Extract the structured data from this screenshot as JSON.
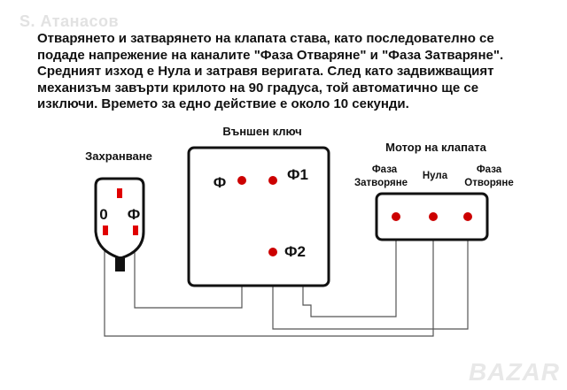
{
  "watermark": {
    "top_left": "S. Атанасов",
    "bottom_right": "BAZAR"
  },
  "intro_text": "Отварянето и затварянето на клапата става, като последователно се подаде напрежение на каналите \"Фаза Отваряне\" и \"Фаза Затваряне\". Средният изход е Нула и затравя веригата. След като задвижващият механизъм завърти крилото на 90 градуса, той автоматично ще се изключи. Времето за едно действие е около 10 секунди.",
  "power": {
    "title": "Захранване",
    "pin_zero": "0",
    "pin_phase": "Ф"
  },
  "switch": {
    "title": "Външен ключ",
    "pin_phase": "Ф",
    "pin_f1": "Ф1",
    "pin_f2": "Ф2"
  },
  "motor": {
    "title": "Мотор на клапата",
    "pins": [
      {
        "line1": "Фаза",
        "line2": "Затворяне"
      },
      {
        "line1": "Нула",
        "line2": ""
      },
      {
        "line1": "Фаза",
        "line2": "Отворяне"
      }
    ]
  },
  "colors": {
    "terminal": "#cc0000",
    "prong": "#e00000",
    "wire": "#555555",
    "plug_foot": "#111111"
  }
}
